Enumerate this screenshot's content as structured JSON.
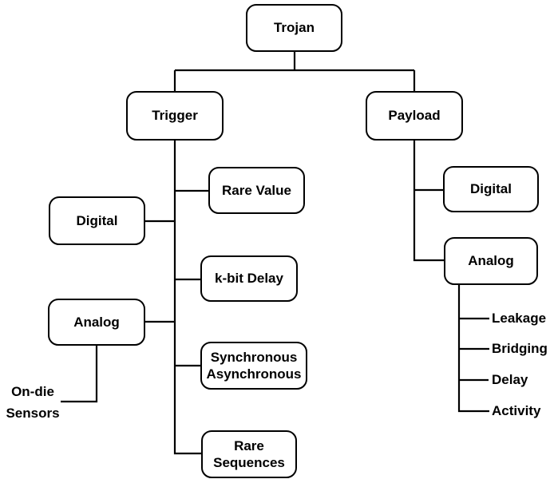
{
  "diagram": {
    "title": "Trojan taxonomy tree",
    "colors": {
      "background": "#ffffff",
      "line": "#000000",
      "node_fill": "#ffffff",
      "node_border": "#000000",
      "text": "#000000"
    },
    "nodes": {
      "trojan": "Trojan",
      "trigger": "Trigger",
      "payload": "Payload",
      "trigger_digital": "Digital",
      "rare_value": "Rare Value",
      "k_bit_delay": "k-bit Delay",
      "trigger_analog": "Analog",
      "sync_async": "Synchronous\nAsynchronous",
      "rare_sequences": "Rare\nSequences",
      "on_die_sensors": "On-die\nSensors",
      "payload_digital": "Digital",
      "payload_analog": "Analog",
      "leakage": "Leakage",
      "bridging": "Bridging",
      "delay": "Delay",
      "activity": "Activity"
    },
    "hierarchy": {
      "label": "Trojan",
      "children": [
        {
          "label": "Trigger",
          "children": [
            {
              "label": "Digital"
            },
            {
              "label": "Rare Value"
            },
            {
              "label": "k-bit Delay"
            },
            {
              "label": "Analog",
              "children": [
                {
                  "label": "On-die Sensors"
                }
              ]
            },
            {
              "label": "Synchronous Asynchronous"
            },
            {
              "label": "Rare Sequences"
            }
          ]
        },
        {
          "label": "Payload",
          "children": [
            {
              "label": "Digital"
            },
            {
              "label": "Analog",
              "children": [
                {
                  "label": "Leakage"
                },
                {
                  "label": "Bridging"
                },
                {
                  "label": "Delay"
                },
                {
                  "label": "Activity"
                }
              ]
            }
          ]
        }
      ]
    }
  }
}
